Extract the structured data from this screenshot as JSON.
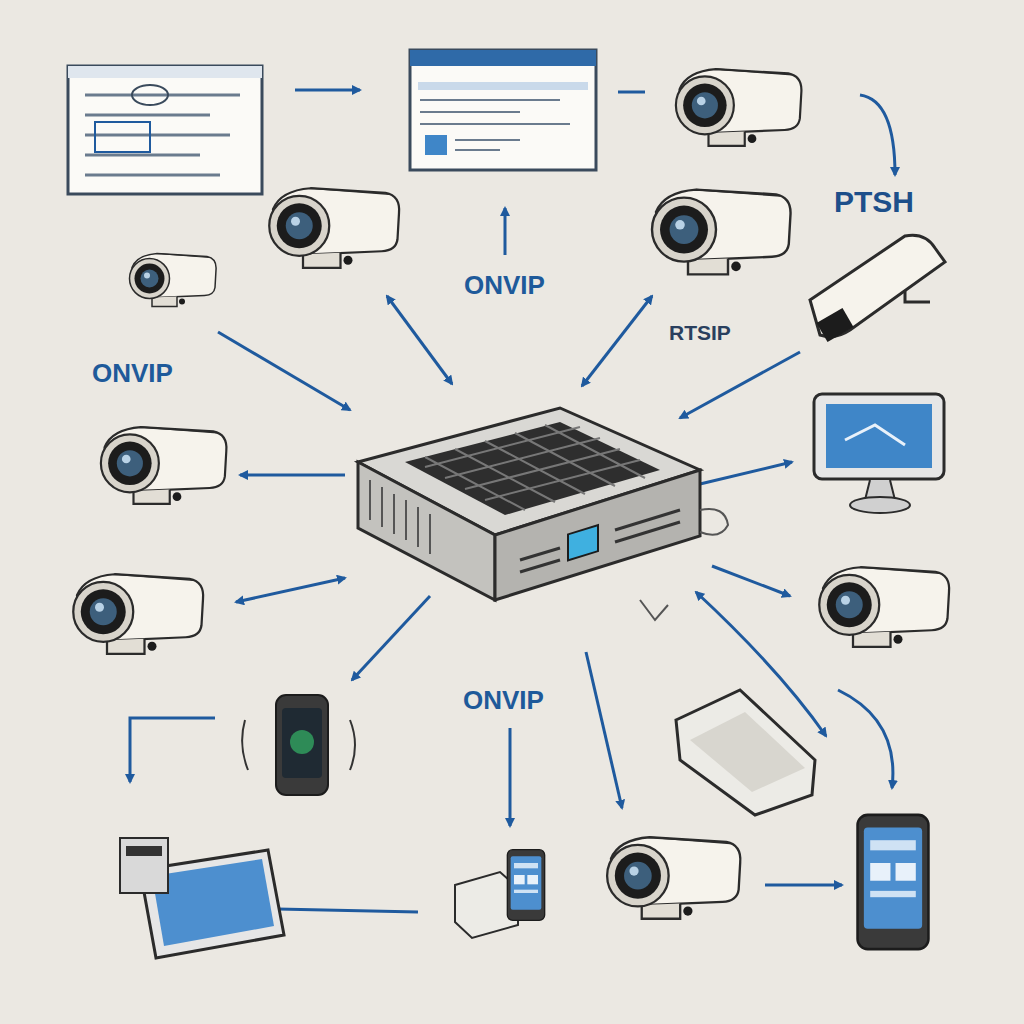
{
  "diagram": {
    "labels": [
      "PTSH",
      "ONVIP",
      "RTSIP",
      "ONVIP",
      "ONVIP"
    ]
  }
}
